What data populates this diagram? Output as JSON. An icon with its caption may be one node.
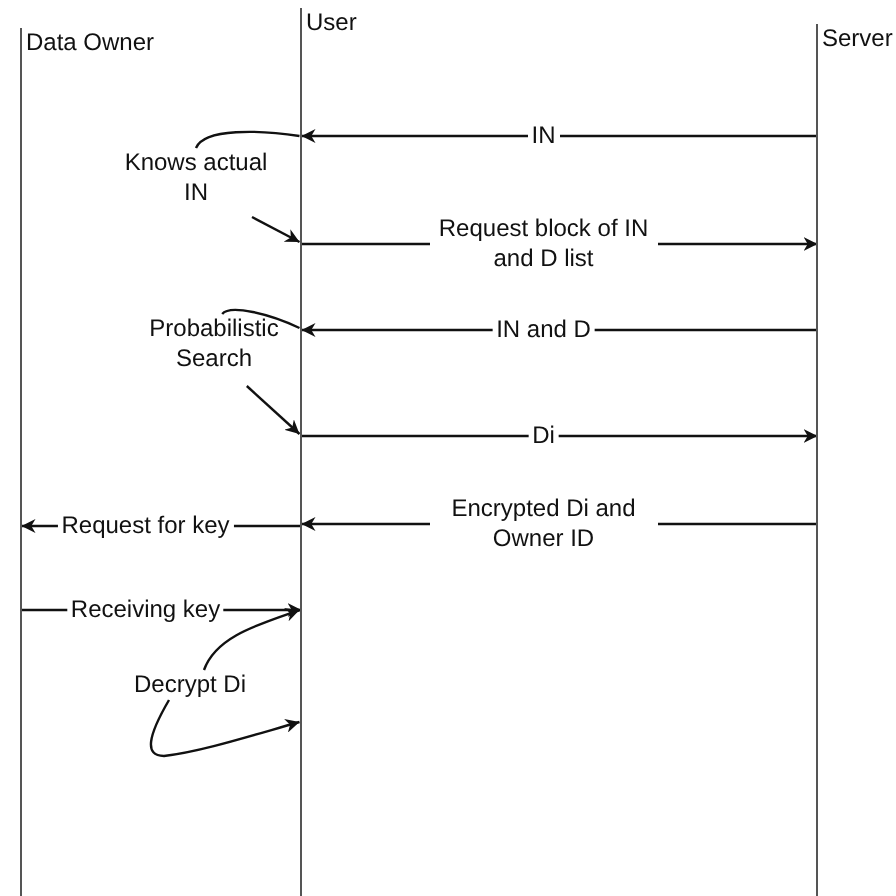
{
  "diagram": {
    "nodes": [
      {
        "text": [
          "Data Owner"
        ]
      },
      {
        "text": [
          "User"
        ]
      },
      {
        "text": [
          "Server"
        ]
      },
      {
        "text": [
          "Knows actual IN"
        ]
      },
      {
        "text": [
          "Probabilistic Search"
        ]
      },
      {
        "text": [
          "Decrypt Di"
        ]
      }
    ],
    "edges": [
      {
        "from": 2,
        "to": 1,
        "arrow": "to",
        "label": "IN"
      },
      {
        "from": 1,
        "to": 2,
        "arrow": "to",
        "label": "Request block of IN and D list"
      },
      {
        "from": 2,
        "to": 1,
        "arrow": "to",
        "label": "IN and D"
      },
      {
        "from": 1,
        "to": 2,
        "arrow": "to",
        "label": "Di"
      },
      {
        "from": 2,
        "to": 1,
        "arrow": "to",
        "label": "Encrypted Di and Owner ID"
      },
      {
        "from": 1,
        "to": 0,
        "arrow": "to",
        "label": "Request for key"
      },
      {
        "from": 0,
        "to": 1,
        "arrow": "to",
        "label": "Receiving key"
      },
      {
        "from": 3,
        "to": 1,
        "arrow": "none"
      },
      {
        "from": 3,
        "to": 1,
        "arrow": "to"
      },
      {
        "from": 4,
        "to": 1,
        "arrow": "none"
      },
      {
        "from": 4,
        "to": 1,
        "arrow": "to"
      },
      {
        "from": 5,
        "to": 1,
        "arrow": "to"
      },
      {
        "from": 5,
        "to": 1,
        "arrow": "to"
      }
    ]
  }
}
